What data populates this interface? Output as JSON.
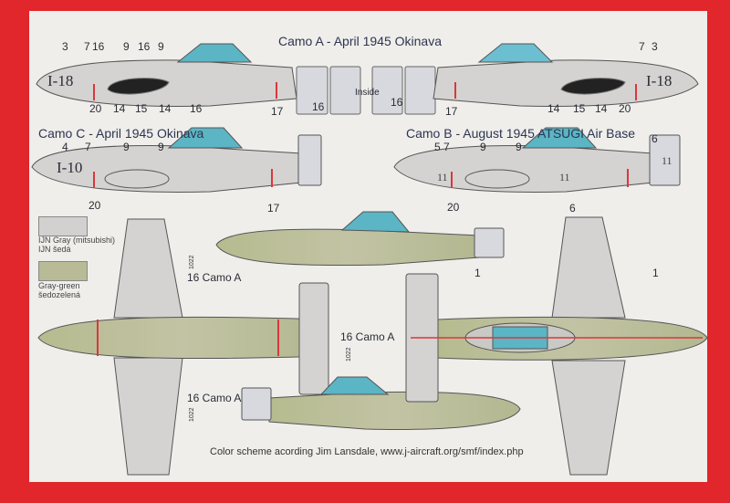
{
  "colors": {
    "border": "#e1262c",
    "ijn_gray": "#d2d1d0",
    "gray_green": "#b8bb96",
    "canopy": "#5bb5c4",
    "marking_red": "#d9383c"
  },
  "camo_a": {
    "title": "Camo A - April 1945 Okinava",
    "code": "I-18",
    "inside_label": "Inside",
    "left_top": [
      "3",
      "7",
      "16",
      "9",
      "16",
      "9"
    ],
    "left_bottom": [
      "20",
      "14",
      "15",
      "14",
      "16",
      "17"
    ],
    "fin_labels": [
      "16",
      "16"
    ],
    "right_bottom": [
      "17",
      "14",
      "15",
      "14",
      "20"
    ],
    "right_top": [
      "7",
      "3"
    ]
  },
  "camo_c": {
    "title": "Camo C - April 1945 Okinava",
    "code": "I-10",
    "top": [
      "4",
      "7",
      "9",
      "9"
    ],
    "bottom": [
      "20",
      "17"
    ]
  },
  "camo_b": {
    "title": "Camo B - August 1945 ATSUGI Air Base",
    "code": "11",
    "fuselage_code": "11",
    "fin_code": "11",
    "top": [
      "5",
      "7",
      "9",
      "9",
      "6"
    ],
    "bottom": [
      "20",
      "6"
    ]
  },
  "legend": [
    {
      "line1": "IJN Gray (mitsubishi)",
      "line2": "IJN šedá"
    },
    {
      "line1": "Gray-green",
      "line2": "šedozelená"
    }
  ],
  "plan": {
    "camo_label": "16 Camo A",
    "serial": "1022",
    "wing_number": "1"
  },
  "caption": "Color scheme acording Jim Lansdale, www.j-aircraft.org/smf/index.php"
}
